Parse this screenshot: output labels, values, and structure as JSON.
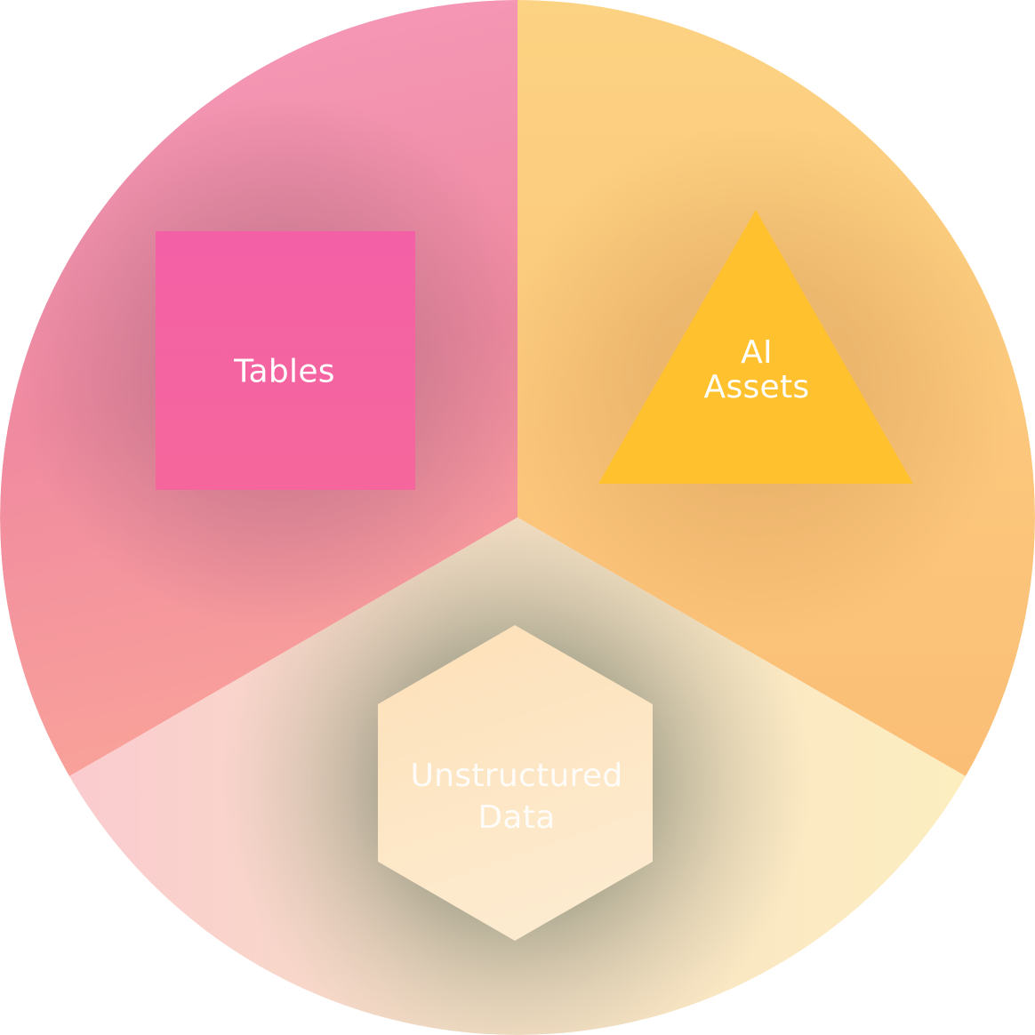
{
  "diagram": {
    "type": "segmented-circle",
    "colors": {
      "background": "#ffffff",
      "label_text": "#ffffff"
    },
    "segments": [
      {
        "id": "tables",
        "label": "Tables",
        "shape": "square",
        "position": "top-left",
        "shape_color": "#f462a4",
        "segment_gradient": [
          "#f59abb",
          "#ea8a9c",
          "#f8a09a"
        ]
      },
      {
        "id": "ai-assets",
        "label": "AI\nAssets",
        "shape": "triangle",
        "position": "top-right",
        "shape_color": "#ffc12d",
        "segment_gradient": [
          "#fcd280",
          "#f2c072",
          "#fbc079"
        ]
      },
      {
        "id": "unstructured-data",
        "label": "Unstructured\nData",
        "shape": "hexagon",
        "position": "bottom",
        "shape_color": "#fde3bd",
        "segment_gradient": [
          "#fbcdd0",
          "#c9bba5",
          "#fdeec0"
        ]
      }
    ]
  }
}
